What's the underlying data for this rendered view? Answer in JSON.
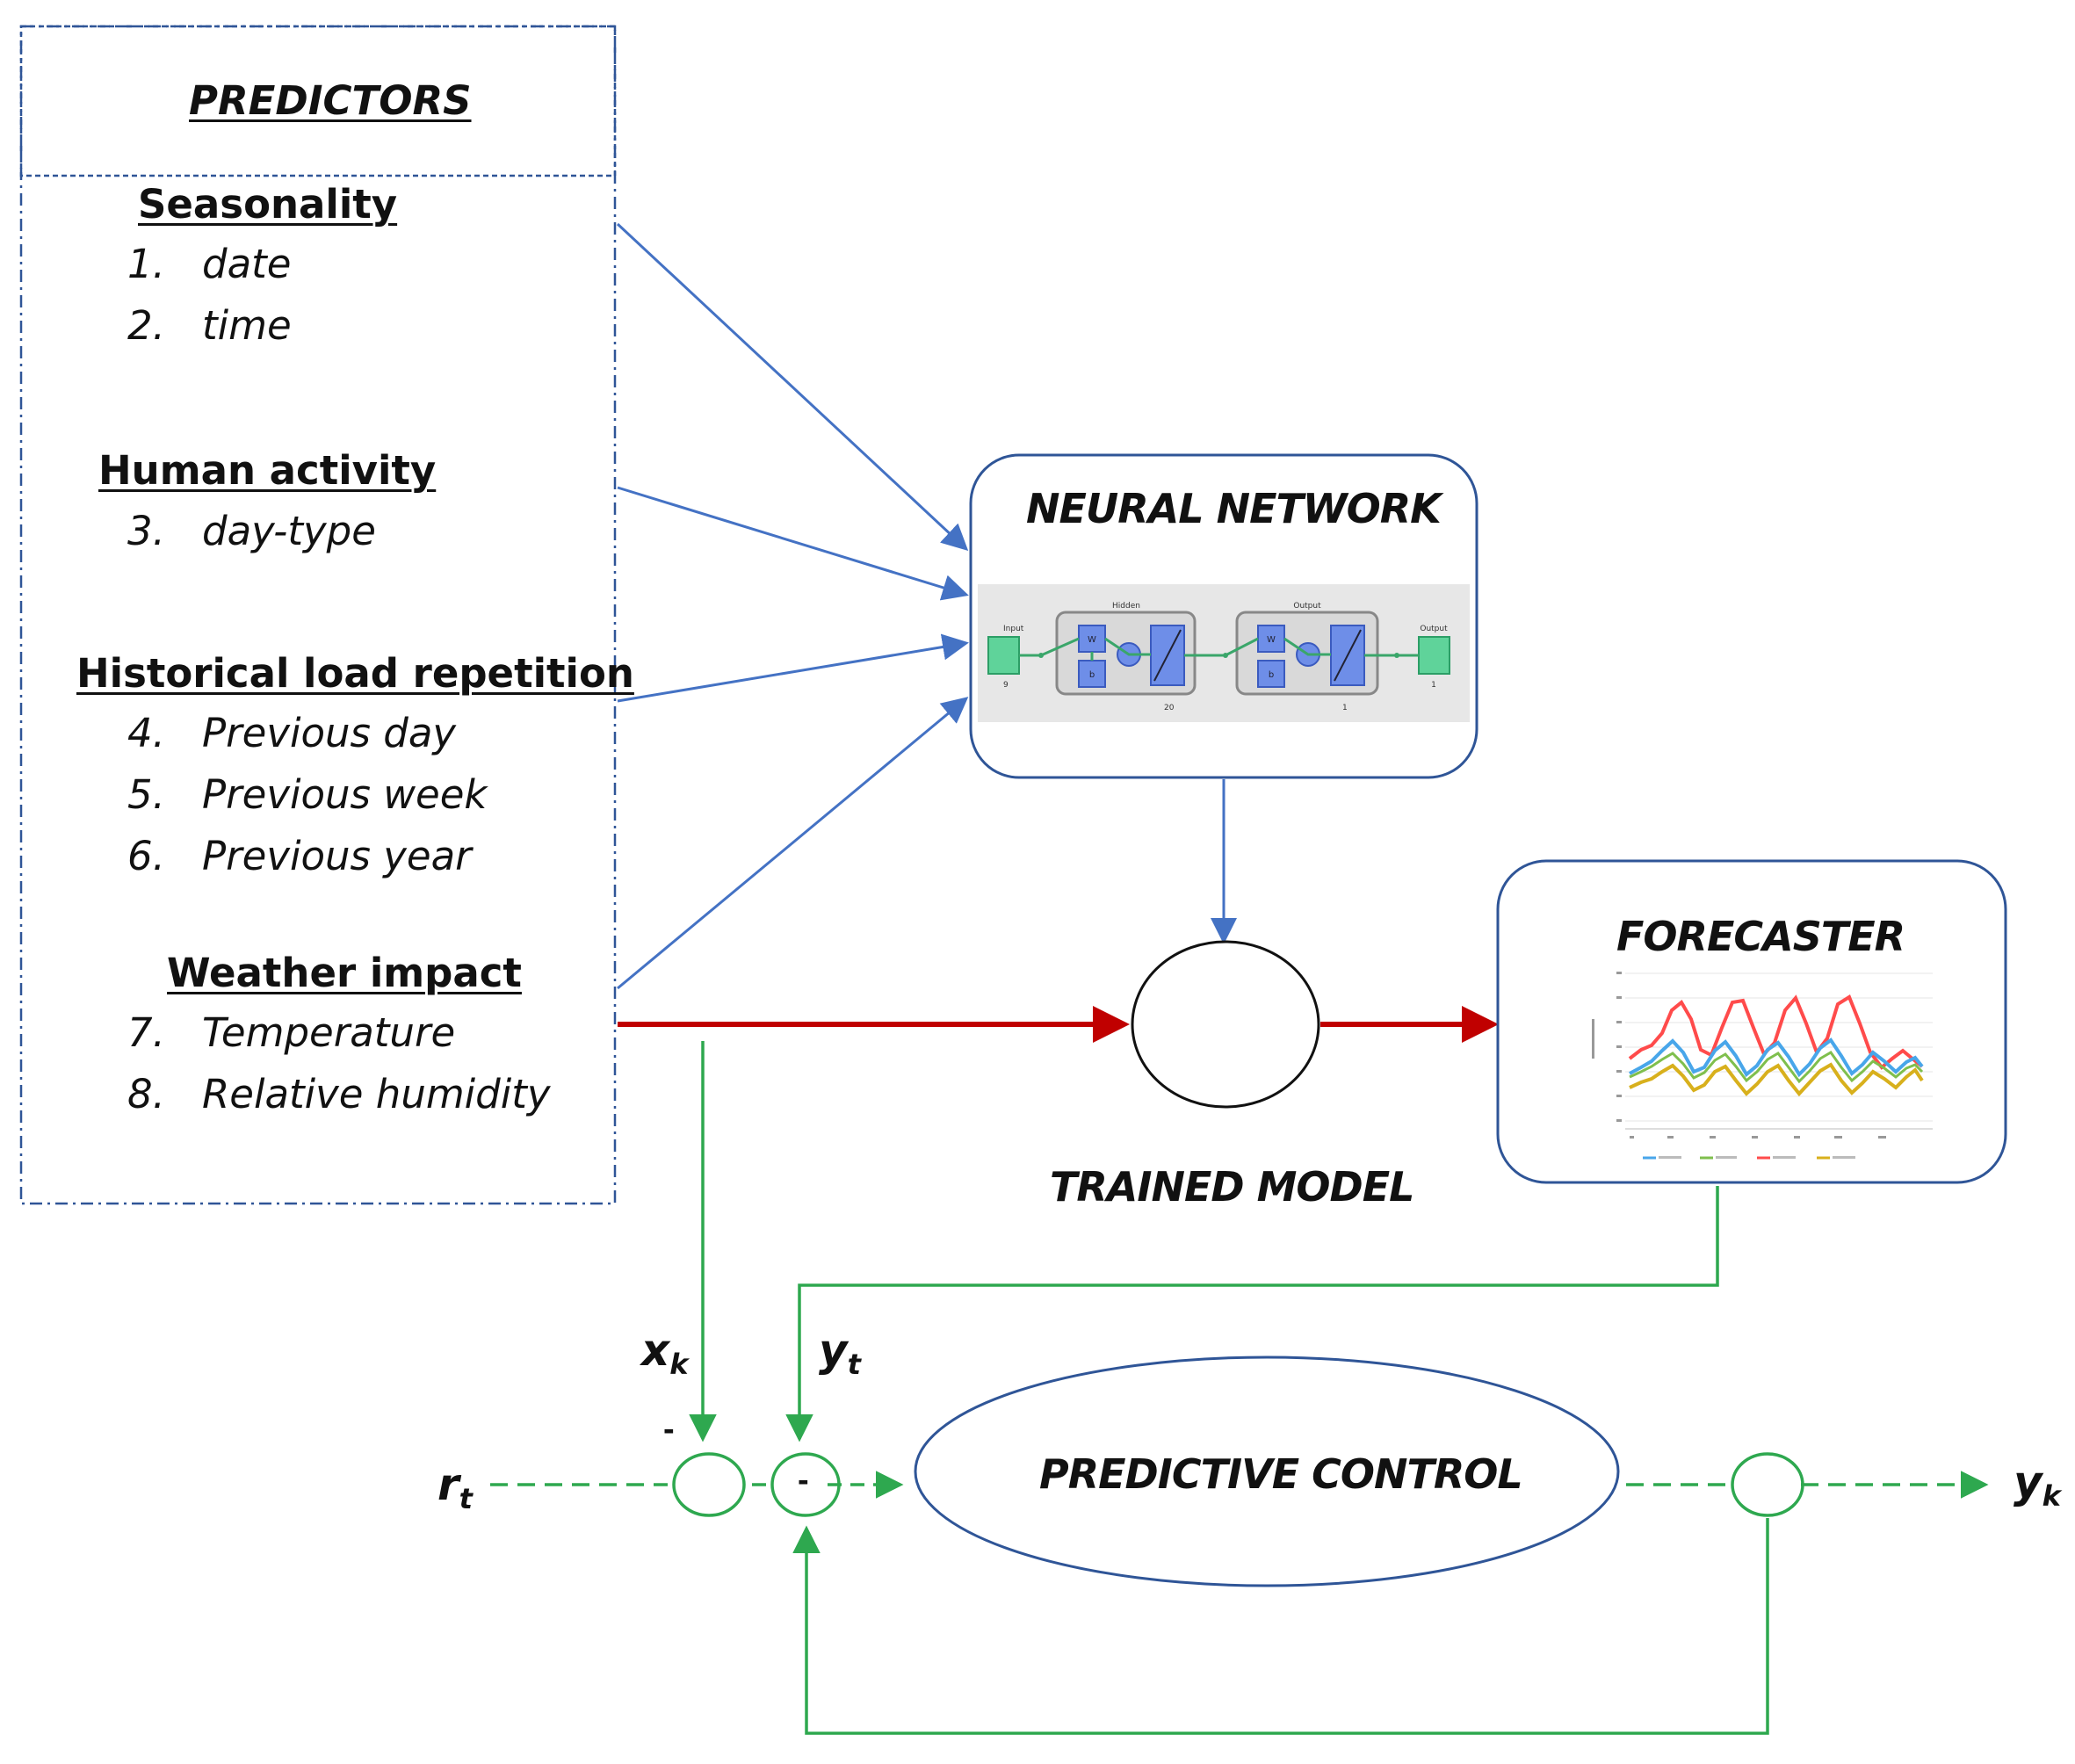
{
  "predictors": {
    "title": "PREDICTORS",
    "groups": [
      {
        "heading": "Seasonality",
        "items": [
          {
            "num": "1.",
            "text": "date"
          },
          {
            "num": "2.",
            "text": "time"
          }
        ]
      },
      {
        "heading": "Human activity",
        "items": [
          {
            "num": "3.",
            "text": "day-type"
          }
        ]
      },
      {
        "heading": "Historical load repetition",
        "items": [
          {
            "num": "4.",
            "text": "Previous day"
          },
          {
            "num": "5.",
            "text": "Previous week"
          },
          {
            "num": "6.",
            "text": "Previous year"
          }
        ]
      },
      {
        "heading": "Weather impact",
        "items": [
          {
            "num": "7.",
            "text": "Temperature"
          },
          {
            "num": "8.",
            "text": "Relative humidity"
          }
        ]
      }
    ]
  },
  "neural_network": {
    "title": "NEURAL NETWORK",
    "labels": {
      "input": "Input",
      "hidden": "Hidden",
      "output_layer": "Output",
      "output": "Output",
      "w": "W",
      "b": "b",
      "n_in": "9",
      "n_hidden": "20",
      "n_out_layer": "1",
      "n_out": "1"
    }
  },
  "trained_model": {
    "label": "TRAINED MODEL"
  },
  "forecaster": {
    "title": "FORECASTER"
  },
  "control": {
    "predictive_control": "PREDICTIVE CONTROL",
    "r": {
      "base": "r",
      "sub": "t"
    },
    "x": {
      "base": "x",
      "sub": "k"
    },
    "y_t": {
      "base": "y",
      "sub": "t"
    },
    "y_k": {
      "base": "y",
      "sub": "k"
    },
    "minus_top": "-",
    "minus_inner": "-"
  },
  "colors": {
    "blue": "#4472c4",
    "red": "#c00000",
    "green": "#2ea84f",
    "box_border": "#2f5597"
  }
}
